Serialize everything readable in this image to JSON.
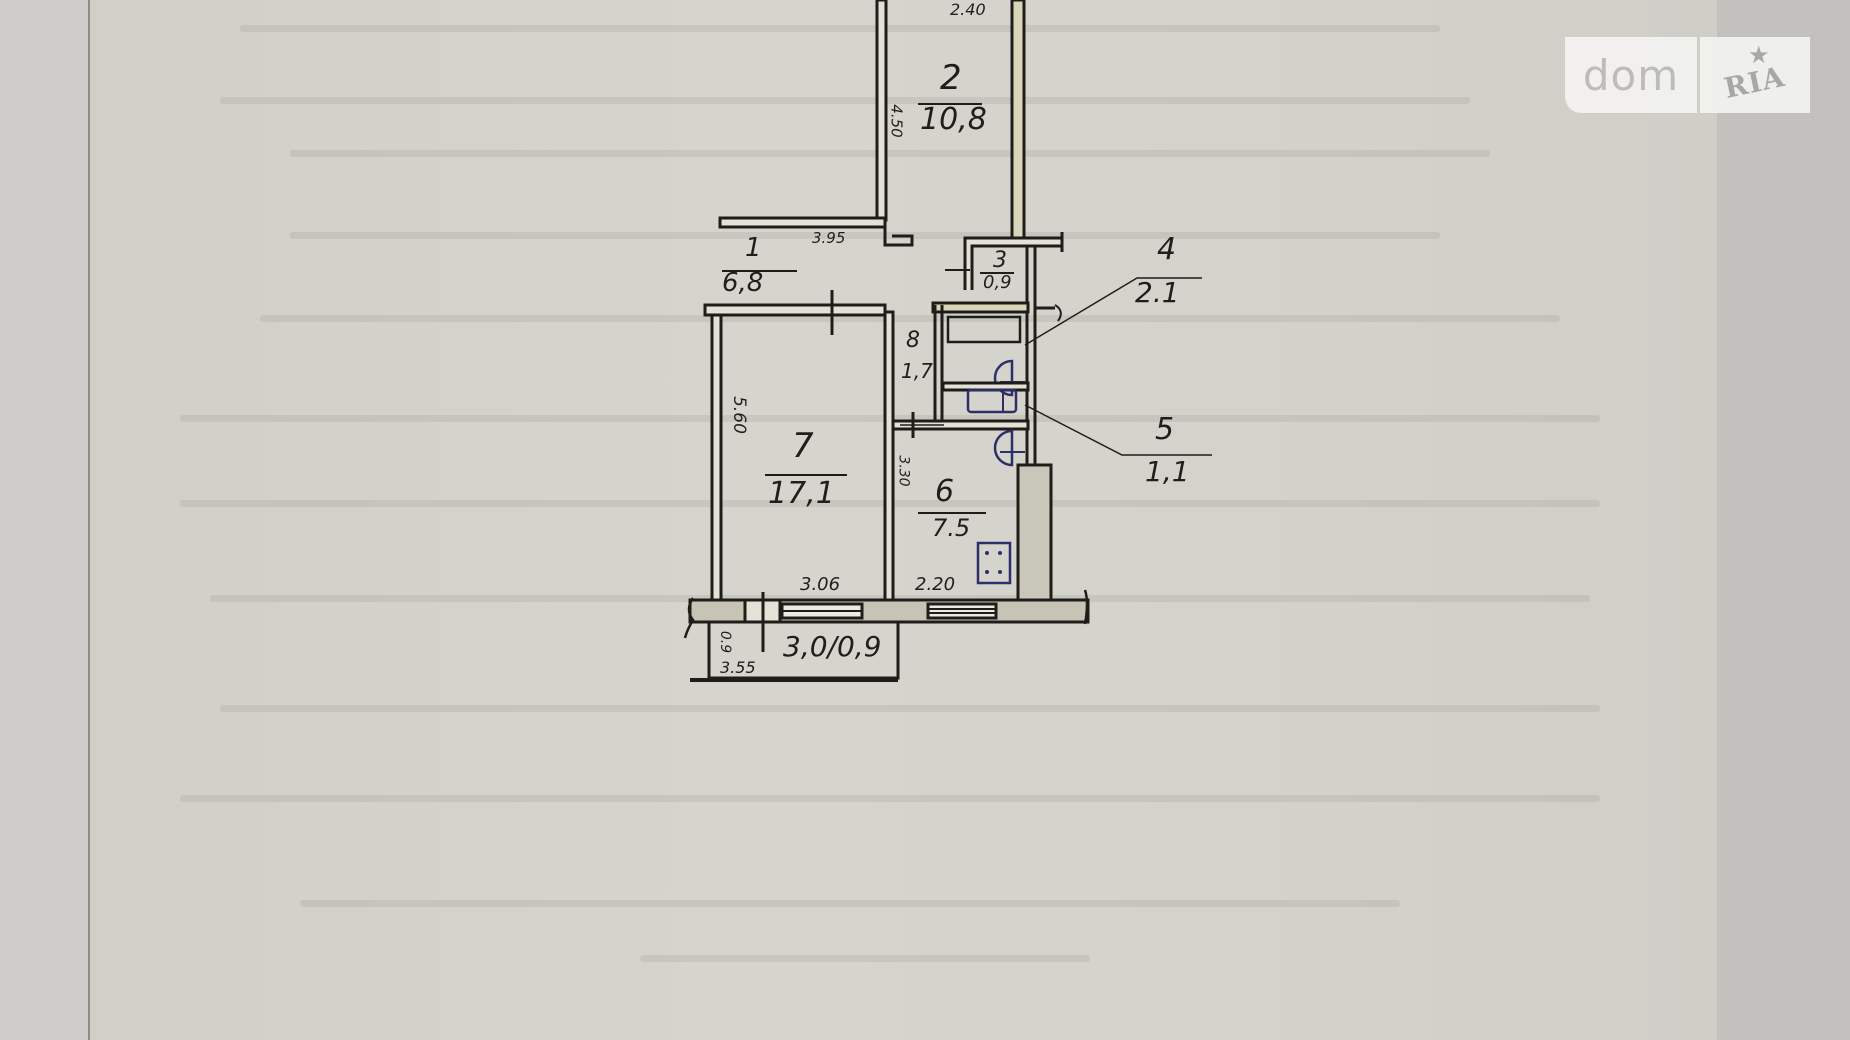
{
  "watermark": {
    "brand_left": "dom",
    "brand_right": "RIA",
    "star_icon": "star-icon"
  },
  "floor_plan": {
    "type": "apartment-floor-plan",
    "rooms": [
      {
        "number": "1",
        "area": "6.8",
        "label_num": "1",
        "label_area": "6,8"
      },
      {
        "number": "2",
        "area": "10.8",
        "label_num": "2",
        "label_area": "10,8"
      },
      {
        "number": "3",
        "area": "0.9",
        "label_num": "3",
        "label_area": "0,9"
      },
      {
        "number": "4",
        "area": "2.1",
        "label_num": "4",
        "label_area": "2.1"
      },
      {
        "number": "5",
        "area": "1.1",
        "label_num": "5",
        "label_area": "1,1"
      },
      {
        "number": "6",
        "area": "7.5",
        "label_num": "6",
        "label_area": "7.5"
      },
      {
        "number": "7",
        "area": "17.1",
        "label_num": "7",
        "label_area": "17,1"
      },
      {
        "number": "8",
        "area": "1.7",
        "label_num": "8",
        "label_area": "1,7"
      }
    ],
    "balcony": {
      "label": "3.0/0.9",
      "label_text": "3,0/0,9"
    },
    "dimensions": {
      "room2_width": "2.40",
      "room2_length": "4.50",
      "corridor_length": "3.95",
      "room7_length": "5.60",
      "room7_width": "3.06",
      "kitchen_width": "2.20",
      "kitchen_length": "3.30",
      "balcony_length": "3.55",
      "balcony_depth": "0.9"
    }
  }
}
